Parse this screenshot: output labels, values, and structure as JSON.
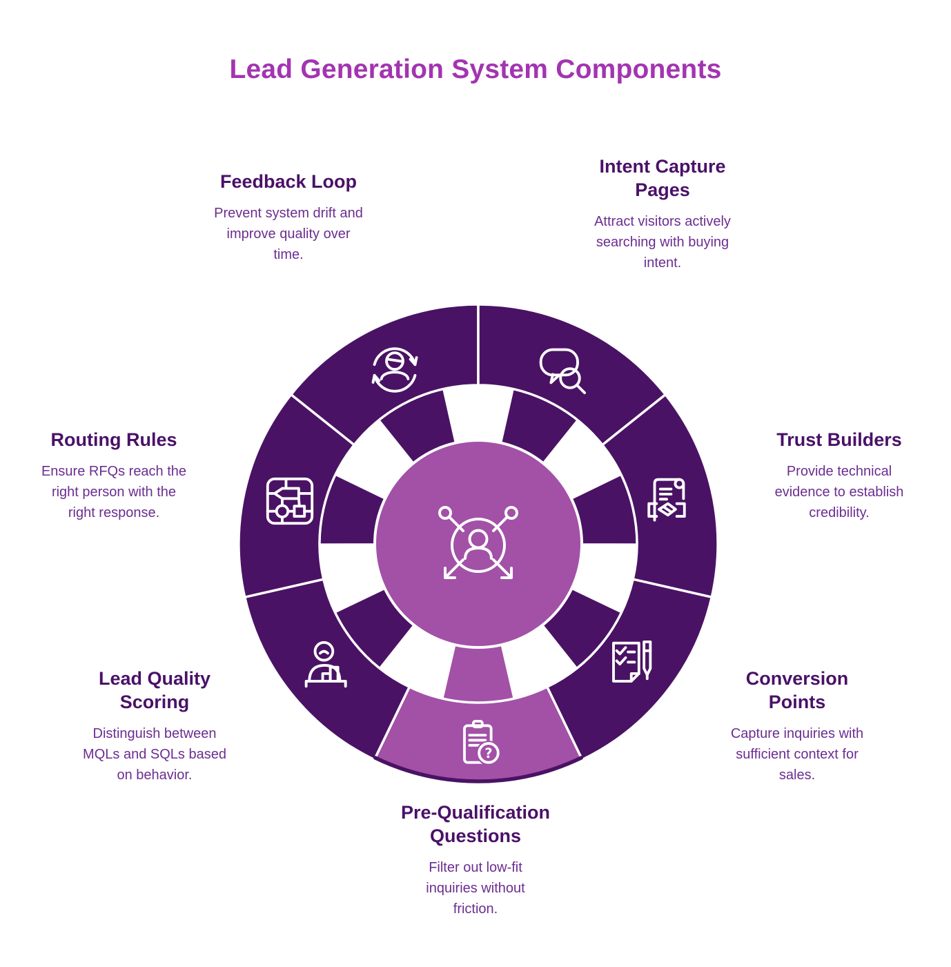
{
  "palette": {
    "background": "#ffffff",
    "title_color": "#A334B1",
    "heading_color": "#4A1168",
    "body_text_color": "#6B2D90",
    "wheel_dark": "#4A1264",
    "wheel_light": "#A251A7",
    "icon_stroke": "#ffffff",
    "divider": "#ffffff"
  },
  "title": "Lead Generation System Components",
  "center": {
    "icon": "lead-routing-person-icon"
  },
  "components": [
    {
      "id": "feedback-loop",
      "title": "Feedback Loop",
      "description": "Prevent system drift and\nimprove quality over\ntime.",
      "icon": "person-refresh-cycle-icon",
      "highlighted": false
    },
    {
      "id": "intent-capture-pages",
      "title": "Intent Capture\nPages",
      "description": "Attract visitors actively\nsearching with buying\nintent.",
      "icon": "chat-search-icon",
      "highlighted": false
    },
    {
      "id": "trust-builders",
      "title": "Trust Builders",
      "description": "Provide technical\nevidence to establish\ncredibility.",
      "icon": "document-handshake-icon",
      "highlighted": false
    },
    {
      "id": "conversion-points",
      "title": "Conversion\nPoints",
      "description": "Capture inquiries with\nsufficient context for\nsales.",
      "icon": "checklist-pen-icon",
      "highlighted": false
    },
    {
      "id": "pre-qualification-questions",
      "title": "Pre-Qualification\nQuestions",
      "description": "Filter out low-fit\ninquiries without\nfriction.",
      "icon": "clipboard-question-icon",
      "highlighted": true
    },
    {
      "id": "lead-quality-scoring",
      "title": "Lead Quality\nScoring",
      "description": "Distinguish between\nMQLs and SQLs based\non behavior.",
      "icon": "person-bar-chart-icon",
      "highlighted": false
    },
    {
      "id": "routing-rules",
      "title": "Routing Rules",
      "description": "Ensure RFQs reach the\nright person with the\nright response.",
      "icon": "flowchart-routing-icon",
      "highlighted": false
    }
  ]
}
